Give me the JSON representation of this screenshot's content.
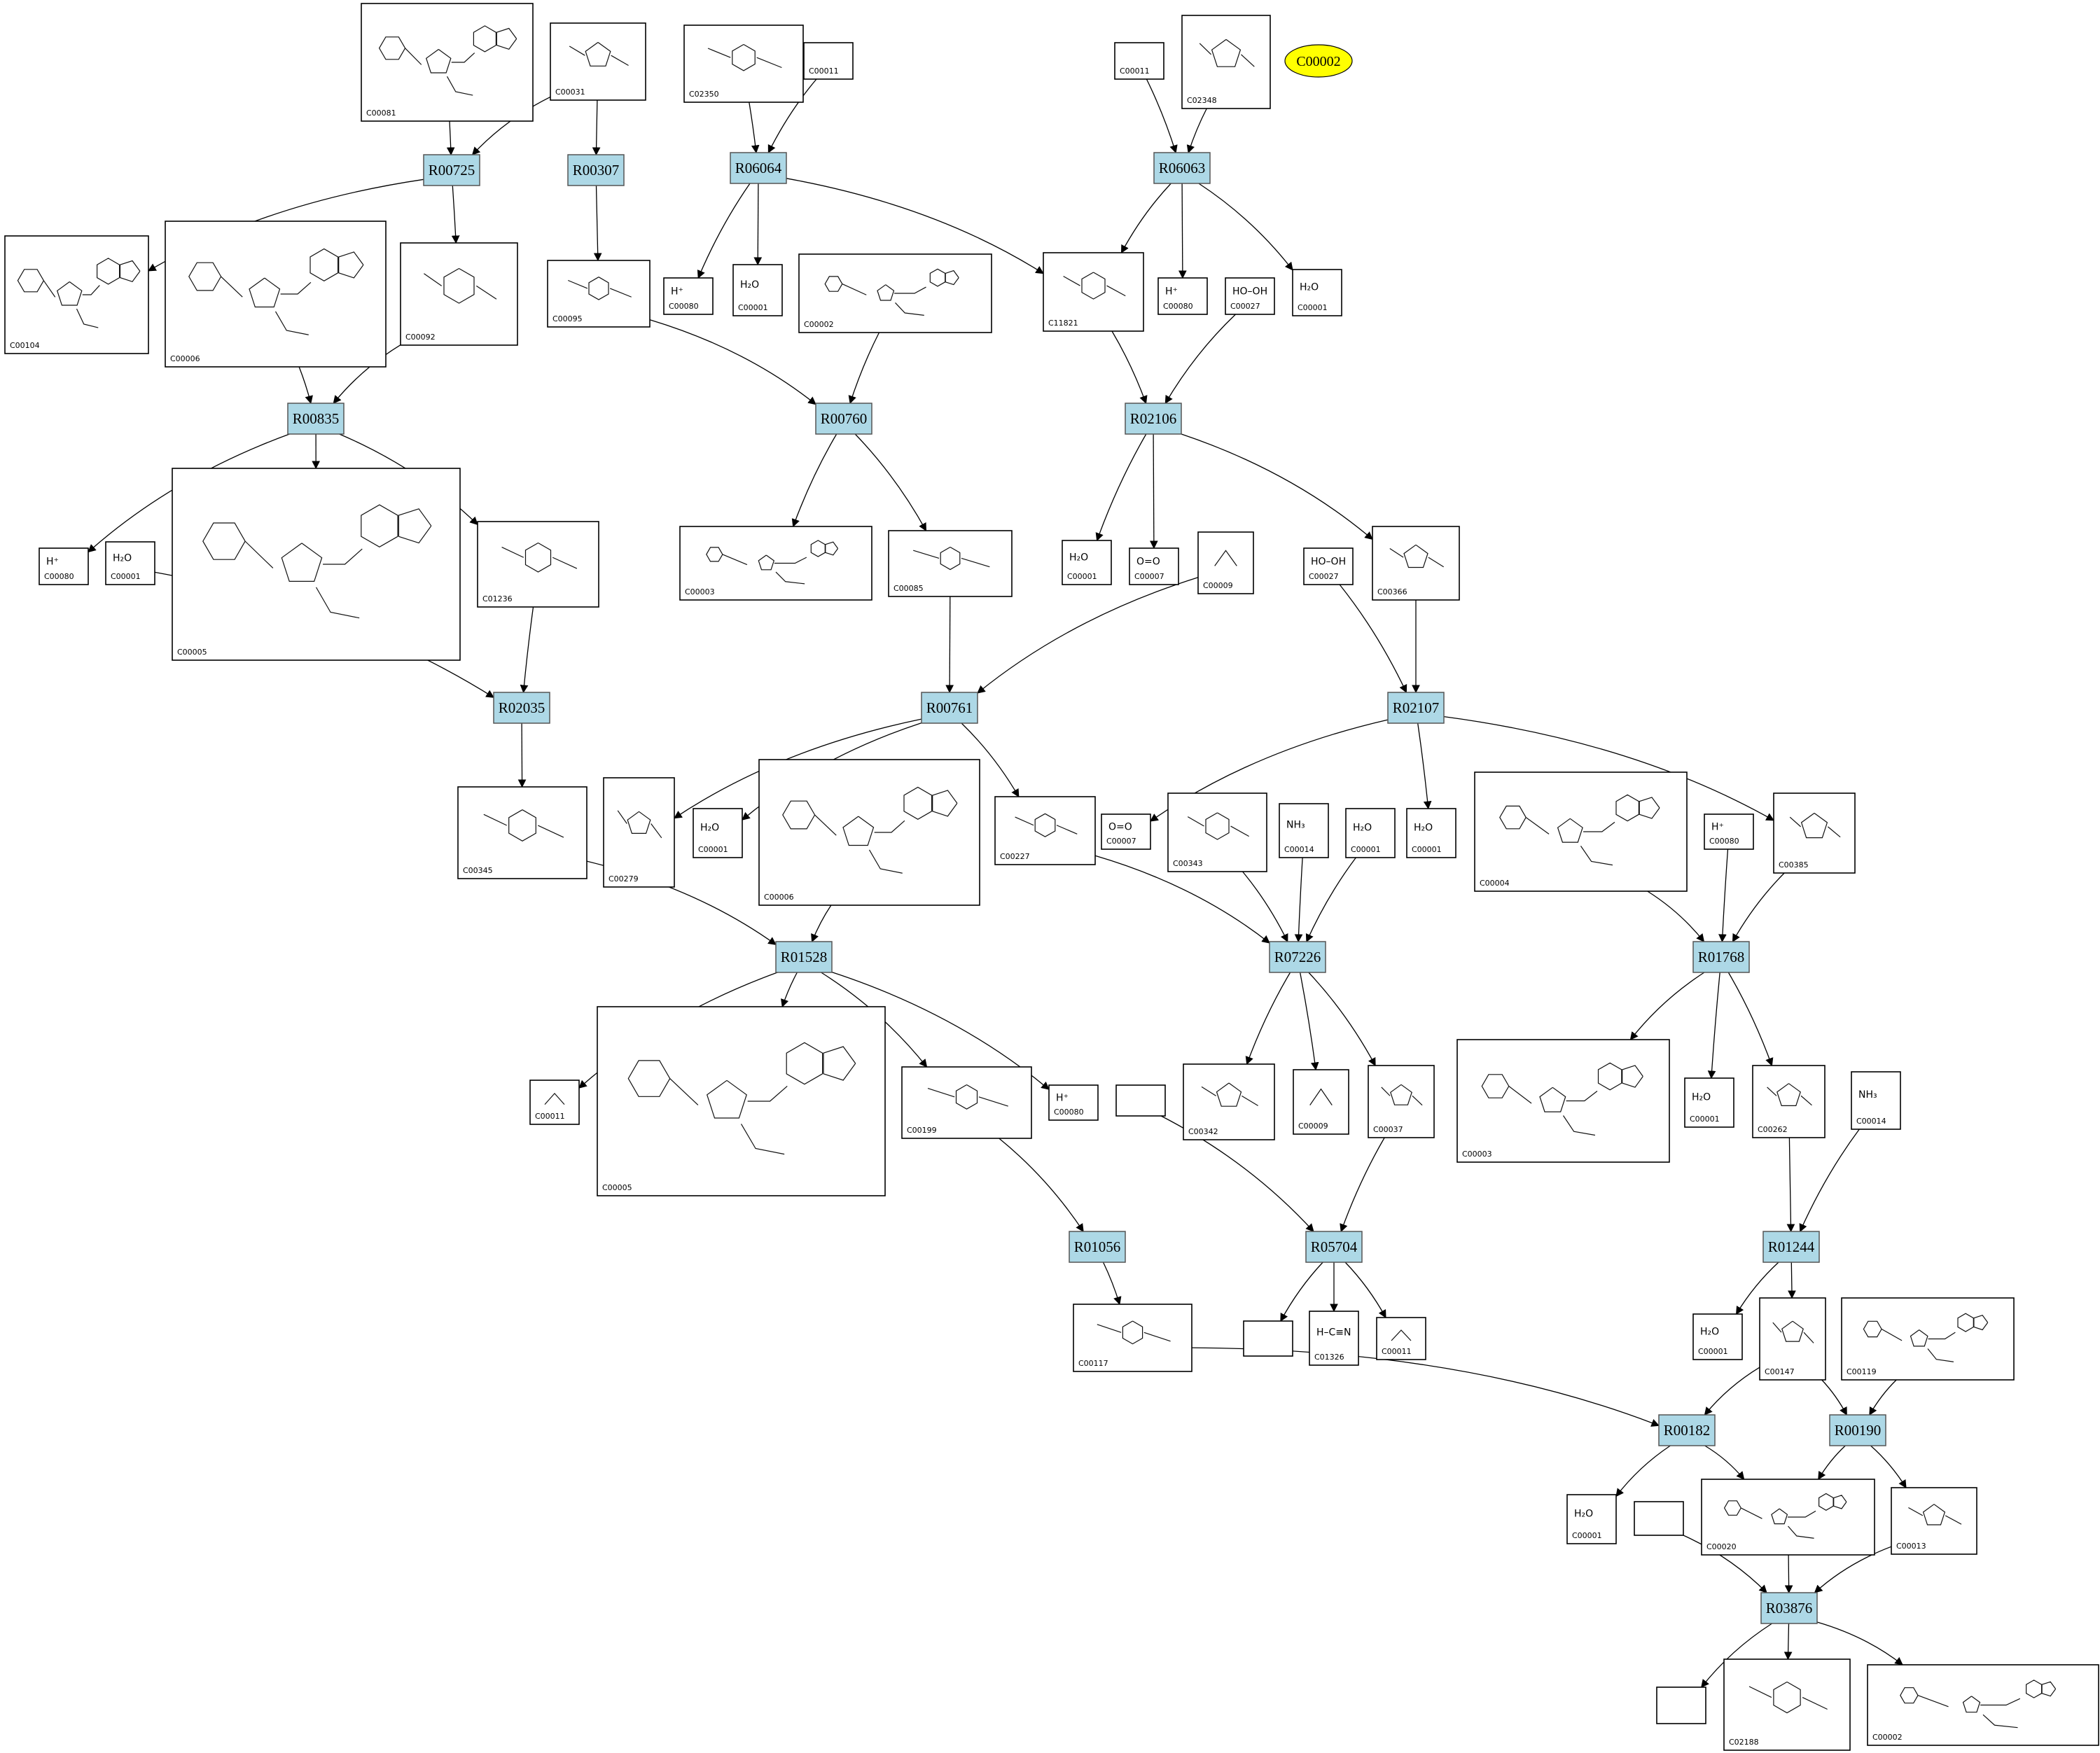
{
  "highlight": {
    "id": "h",
    "label": "C00002"
  },
  "reactions": [
    {
      "id": "R00725",
      "label": "R00725"
    },
    {
      "id": "R00307",
      "label": "R00307"
    },
    {
      "id": "R06064",
      "label": "R06064"
    },
    {
      "id": "R06063",
      "label": "R06063"
    },
    {
      "id": "R00835",
      "label": "R00835"
    },
    {
      "id": "R00760",
      "label": "R00760"
    },
    {
      "id": "R02106",
      "label": "R02106"
    },
    {
      "id": "R02035",
      "label": "R02035"
    },
    {
      "id": "R00761",
      "label": "R00761"
    },
    {
      "id": "R02107",
      "label": "R02107"
    },
    {
      "id": "R01528",
      "label": "R01528"
    },
    {
      "id": "R07226",
      "label": "R07226"
    },
    {
      "id": "R01768",
      "label": "R01768"
    },
    {
      "id": "R01056",
      "label": "R01056"
    },
    {
      "id": "R05704",
      "label": "R05704"
    },
    {
      "id": "R01244",
      "label": "R01244"
    },
    {
      "id": "R00182",
      "label": "R00182"
    },
    {
      "id": "R00190",
      "label": "R00190"
    },
    {
      "id": "R03876",
      "label": "R03876"
    }
  ],
  "compounds": [
    {
      "id": "c00081",
      "cid": "C00081",
      "formula": ""
    },
    {
      "id": "c00031",
      "cid": "C00031",
      "formula": ""
    },
    {
      "id": "c02350",
      "cid": "C02350",
      "formula": ""
    },
    {
      "id": "c00011a",
      "cid": "C00011",
      "formula": ""
    },
    {
      "id": "c00011b",
      "cid": "C00011",
      "formula": ""
    },
    {
      "id": "c02348",
      "cid": "C02348",
      "formula": ""
    },
    {
      "id": "c00104",
      "cid": "C00104",
      "formula": ""
    },
    {
      "id": "c00006a",
      "cid": "C00006",
      "formula": ""
    },
    {
      "id": "c00092",
      "cid": "C00092",
      "formula": ""
    },
    {
      "id": "c00095",
      "cid": "C00095",
      "formula": ""
    },
    {
      "id": "c00080a",
      "cid": "C00080",
      "formula": "H⁺"
    },
    {
      "id": "c00001a",
      "cid": "C00001",
      "formula": "H₂O"
    },
    {
      "id": "c00002a",
      "cid": "C00002",
      "formula": ""
    },
    {
      "id": "c11821",
      "cid": "C11821",
      "formula": ""
    },
    {
      "id": "c00080b",
      "cid": "C00080",
      "formula": "H⁺"
    },
    {
      "id": "c00027a",
      "cid": "C00027",
      "formula": "HO–OH"
    },
    {
      "id": "c00001b",
      "cid": "C00001",
      "formula": "H₂O"
    },
    {
      "id": "c00080c",
      "cid": "C00080",
      "formula": "H⁺"
    },
    {
      "id": "c00001c",
      "cid": "C00001",
      "formula": "H₂O"
    },
    {
      "id": "c00005a",
      "cid": "C00005",
      "formula": ""
    },
    {
      "id": "c01236",
      "cid": "C01236",
      "formula": ""
    },
    {
      "id": "c00003a",
      "cid": "C00003",
      "formula": ""
    },
    {
      "id": "c00085",
      "cid": "C00085",
      "formula": ""
    },
    {
      "id": "c00001d",
      "cid": "C00001",
      "formula": "H₂O"
    },
    {
      "id": "c00007a",
      "cid": "C00007",
      "formula": "O=O"
    },
    {
      "id": "c00009a",
      "cid": "C00009",
      "formula": ""
    },
    {
      "id": "c00027b",
      "cid": "C00027",
      "formula": "HO–OH"
    },
    {
      "id": "c00366",
      "cid": "C00366",
      "formula": ""
    },
    {
      "id": "c00345",
      "cid": "C00345",
      "formula": ""
    },
    {
      "id": "c00279",
      "cid": "C00279",
      "formula": ""
    },
    {
      "id": "c00001e",
      "cid": "C00001",
      "formula": "H₂O"
    },
    {
      "id": "c00006b",
      "cid": "C00006",
      "formula": ""
    },
    {
      "id": "c00227",
      "cid": "C00227",
      "formula": ""
    },
    {
      "id": "c00007b",
      "cid": "C00007",
      "formula": "O=O"
    },
    {
      "id": "c00343",
      "cid": "C00343",
      "formula": ""
    },
    {
      "id": "c00014a",
      "cid": "C00014",
      "formula": "NH₃"
    },
    {
      "id": "c00001f",
      "cid": "C00001",
      "formula": "H₂O"
    },
    {
      "id": "c00001g",
      "cid": "C00001",
      "formula": "H₂O"
    },
    {
      "id": "c00004",
      "cid": "C00004",
      "formula": ""
    },
    {
      "id": "c00080d",
      "cid": "C00080",
      "formula": "H⁺"
    },
    {
      "id": "c00385",
      "cid": "C00385",
      "formula": ""
    },
    {
      "id": "c00011c",
      "cid": "C00011",
      "formula": ""
    },
    {
      "id": "c00005b",
      "cid": "C00005",
      "formula": ""
    },
    {
      "id": "c00199",
      "cid": "C00199",
      "formula": ""
    },
    {
      "id": "c00080e",
      "cid": "C00080",
      "formula": "H⁺"
    },
    {
      "id": "empty1",
      "cid": "",
      "formula": ""
    },
    {
      "id": "c00342",
      "cid": "C00342",
      "formula": ""
    },
    {
      "id": "c00009b",
      "cid": "C00009",
      "formula": ""
    },
    {
      "id": "c00037",
      "cid": "C00037",
      "formula": ""
    },
    {
      "id": "c00003b",
      "cid": "C00003",
      "formula": ""
    },
    {
      "id": "c00001h",
      "cid": "C00001",
      "formula": "H₂O"
    },
    {
      "id": "c00262",
      "cid": "C00262",
      "formula": ""
    },
    {
      "id": "c00014b",
      "cid": "C00014",
      "formula": "NH₃"
    },
    {
      "id": "c00117",
      "cid": "C00117",
      "formula": ""
    },
    {
      "id": "empty2",
      "cid": "",
      "formula": ""
    },
    {
      "id": "c01326",
      "cid": "C01326",
      "formula": "H–C≡N"
    },
    {
      "id": "c00011d",
      "cid": "C00011",
      "formula": ""
    },
    {
      "id": "c00001i",
      "cid": "C00001",
      "formula": "H₂O"
    },
    {
      "id": "c00147",
      "cid": "C00147",
      "formula": ""
    },
    {
      "id": "c00119",
      "cid": "C00119",
      "formula": ""
    },
    {
      "id": "c00001j",
      "cid": "C00001",
      "formula": "H₂O"
    },
    {
      "id": "c00020",
      "cid": "C00020",
      "formula": ""
    },
    {
      "id": "c00013",
      "cid": "C00013",
      "formula": ""
    },
    {
      "id": "empty3",
      "cid": "",
      "formula": ""
    },
    {
      "id": "empty4",
      "cid": "",
      "formula": ""
    },
    {
      "id": "c02188",
      "cid": "C02188",
      "formula": ""
    },
    {
      "id": "c00002b",
      "cid": "C00002",
      "formula": ""
    }
  ],
  "edges": [
    [
      "c00081",
      "R00725"
    ],
    [
      "c00031",
      "R00725"
    ],
    [
      "c00031",
      "R00307"
    ],
    [
      "c02350",
      "R06064"
    ],
    [
      "c00011a",
      "R06064"
    ],
    [
      "c00011b",
      "R06063"
    ],
    [
      "c02348",
      "R06063"
    ],
    [
      "R00725",
      "c00104"
    ],
    [
      "R00725",
      "c00092"
    ],
    [
      "R00307",
      "c00095"
    ],
    [
      "R06064",
      "c00080a"
    ],
    [
      "R06064",
      "c00001a"
    ],
    [
      "R06064",
      "c11821"
    ],
    [
      "R06063",
      "c11821"
    ],
    [
      "R06063",
      "c00080b"
    ],
    [
      "R06063",
      "c00001b"
    ],
    [
      "c00006a",
      "R00835"
    ],
    [
      "c00092",
      "R00835"
    ],
    [
      "c00095",
      "R00760"
    ],
    [
      "c00002a",
      "R00760"
    ],
    [
      "c11821",
      "R02106"
    ],
    [
      "c00027a",
      "R02106"
    ],
    [
      "R00835",
      "c00080c"
    ],
    [
      "R00835",
      "c00005a"
    ],
    [
      "R00835",
      "c01236"
    ],
    [
      "R00760",
      "c00003a"
    ],
    [
      "R00760",
      "c00085"
    ],
    [
      "R02106",
      "c00001d"
    ],
    [
      "R02106",
      "c00007a"
    ],
    [
      "R02106",
      "c00366"
    ],
    [
      "c00001c",
      "R02035"
    ],
    [
      "c01236",
      "R02035"
    ],
    [
      "c00085",
      "R00761"
    ],
    [
      "c00009a",
      "R00761"
    ],
    [
      "c00027b",
      "R02107"
    ],
    [
      "c00366",
      "R02107"
    ],
    [
      "R02035",
      "c00345"
    ],
    [
      "R00761",
      "c00279"
    ],
    [
      "R00761",
      "c00001e"
    ],
    [
      "R00761",
      "c00227"
    ],
    [
      "R02107",
      "c00007b"
    ],
    [
      "R02107",
      "c00001g"
    ],
    [
      "R02107",
      "c00385"
    ],
    [
      "c00345",
      "R01528"
    ],
    [
      "c00006b",
      "R01528"
    ],
    [
      "c00227",
      "R07226"
    ],
    [
      "c00343",
      "R07226"
    ],
    [
      "c00014a",
      "R07226"
    ],
    [
      "c00001f",
      "R07226"
    ],
    [
      "c00004",
      "R01768"
    ],
    [
      "c00080d",
      "R01768"
    ],
    [
      "c00385",
      "R01768"
    ],
    [
      "R01528",
      "c00011c"
    ],
    [
      "R01528",
      "c00005b"
    ],
    [
      "R01528",
      "c00199"
    ],
    [
      "R01528",
      "c00080e"
    ],
    [
      "R07226",
      "c00342"
    ],
    [
      "R07226",
      "c00009b"
    ],
    [
      "R07226",
      "c00037"
    ],
    [
      "R01768",
      "c00003b"
    ],
    [
      "R01768",
      "c00001h"
    ],
    [
      "R01768",
      "c00262"
    ],
    [
      "c00199",
      "R01056"
    ],
    [
      "empty1",
      "R05704"
    ],
    [
      "c00037",
      "R05704"
    ],
    [
      "c00262",
      "R01244"
    ],
    [
      "c00014b",
      "R01244"
    ],
    [
      "R01056",
      "c00117"
    ],
    [
      "R05704",
      "empty2"
    ],
    [
      "R05704",
      "c01326"
    ],
    [
      "R05704",
      "c00011d"
    ],
    [
      "R01244",
      "c00001i"
    ],
    [
      "R01244",
      "c00147"
    ],
    [
      "c00117",
      "R00182"
    ],
    [
      "c00147",
      "R00182"
    ],
    [
      "c00147",
      "R00190"
    ],
    [
      "c00119",
      "R00190"
    ],
    [
      "R00182",
      "c00001j"
    ],
    [
      "R00182",
      "c00020"
    ],
    [
      "R00190",
      "c00020"
    ],
    [
      "R00190",
      "c00013"
    ],
    [
      "c00020",
      "R03876"
    ],
    [
      "empty3",
      "R03876"
    ],
    [
      "c00013",
      "R03876"
    ],
    [
      "R03876",
      "empty4"
    ],
    [
      "R03876",
      "c02188"
    ],
    [
      "R03876",
      "c00002b"
    ]
  ]
}
